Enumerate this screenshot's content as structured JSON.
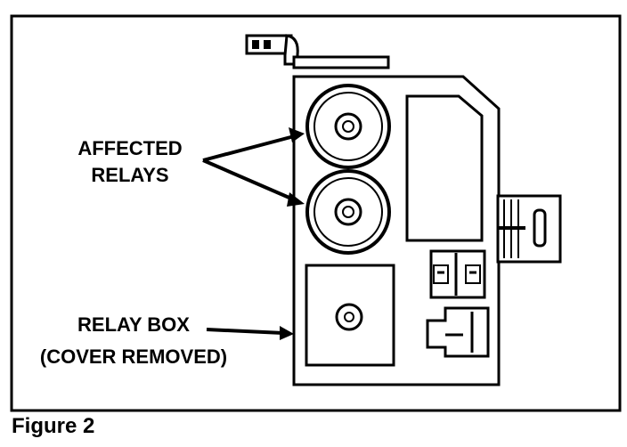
{
  "diagram": {
    "callouts": {
      "affected_relays": {
        "line1": "AFFECTED",
        "line2": "RELAYS"
      },
      "relay_box": {
        "line1": "RELAY BOX",
        "line2": "(COVER REMOVED)"
      }
    },
    "caption": "Figure 2"
  }
}
